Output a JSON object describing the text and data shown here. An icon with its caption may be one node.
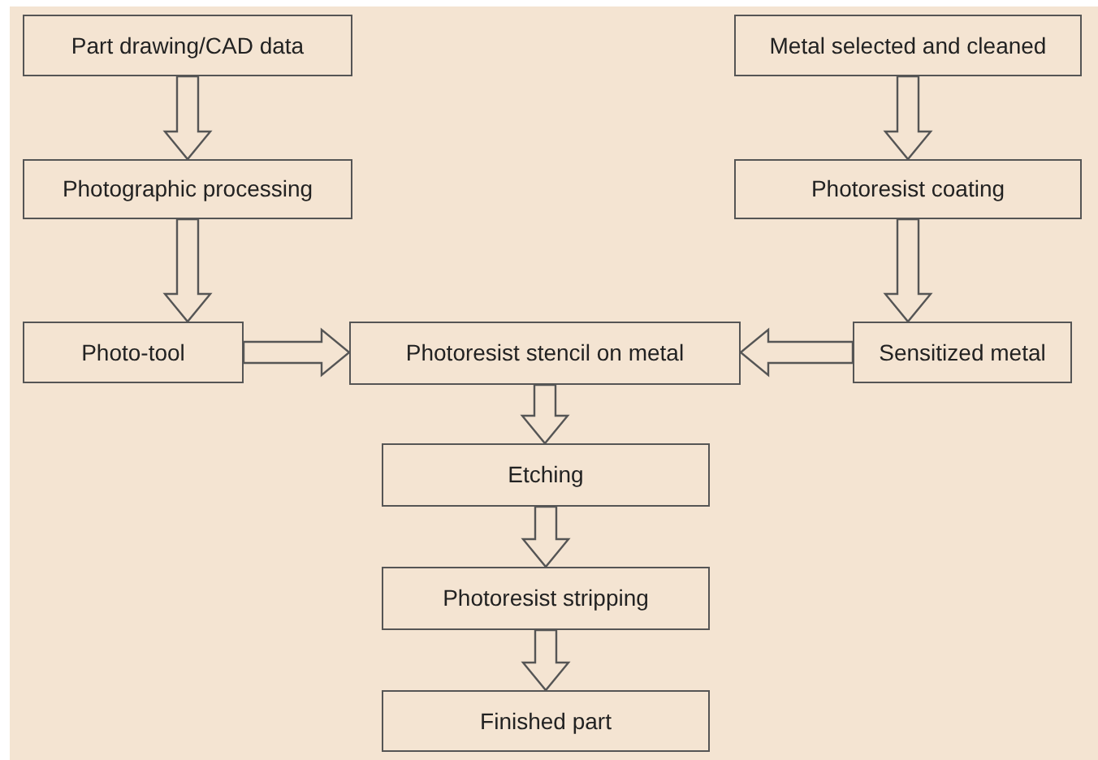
{
  "diagram": {
    "nodes": [
      {
        "text": [
          "Part drawing/CAD data"
        ]
      },
      {
        "text": [
          "Photographic processing"
        ]
      },
      {
        "text": [
          "Photo-tool"
        ]
      },
      {
        "text": [
          "Metal selected and cleaned"
        ]
      },
      {
        "text": [
          "Photoresist coating"
        ]
      },
      {
        "text": [
          "Photoresist stencil on metal"
        ]
      },
      {
        "text": [
          "Sensitized metal"
        ]
      },
      {
        "text": [
          "Etching"
        ]
      },
      {
        "text": [
          "Photoresist stripping"
        ]
      },
      {
        "text": [
          "Finished part"
        ]
      }
    ],
    "edges": [
      {
        "from": 0,
        "to": 1,
        "arrow": "to"
      },
      {
        "from": 1,
        "to": 2,
        "arrow": "to"
      },
      {
        "from": 3,
        "to": 4,
        "arrow": "to"
      },
      {
        "from": 4,
        "to": 6,
        "arrow": "to"
      },
      {
        "from": 2,
        "to": 5,
        "arrow": "to"
      },
      {
        "from": 6,
        "to": 5,
        "arrow": "to"
      },
      {
        "from": 5,
        "to": 7,
        "arrow": "to"
      },
      {
        "from": 7,
        "to": 8,
        "arrow": "to"
      },
      {
        "from": 8,
        "to": 9,
        "arrow": "to"
      }
    ]
  }
}
